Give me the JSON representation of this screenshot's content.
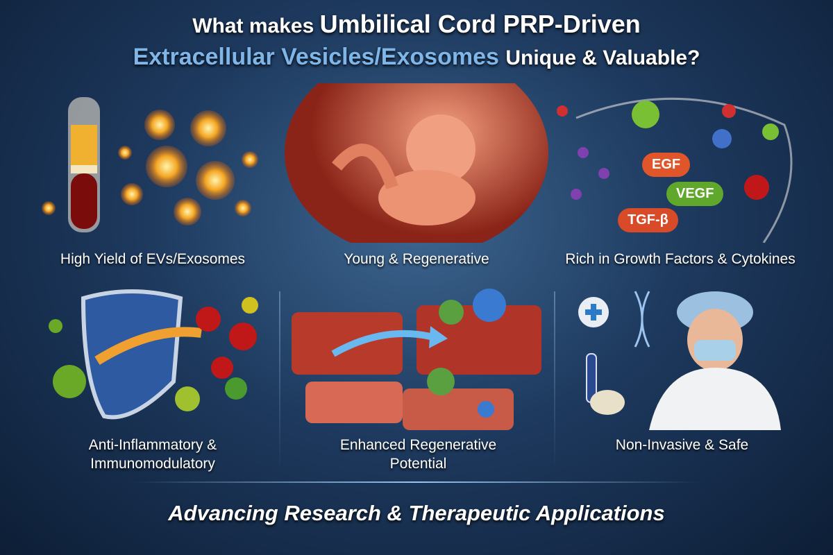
{
  "title": {
    "line1_prefix": "What makes",
    "line1_main": "Umbilical Cord PRP-Driven",
    "line2_highlight": "Extracellular Vesicles/Exosomes",
    "line2_suffix": "Unique & Valuable?"
  },
  "panels": [
    {
      "caption": "High Yield of EVs/Exosomes"
    },
    {
      "caption": "Young & Regenerative"
    },
    {
      "caption": "Rich in Growth Factors & Cytokines",
      "tags": [
        "EGF",
        "VEGF",
        "TGF-β"
      ]
    },
    {
      "caption": "Anti-Inflammatory & Immunomodulatory"
    },
    {
      "caption": "Enhanced Regenerative Potential"
    },
    {
      "caption": "Non-Invasive & Safe"
    }
  ],
  "footer": "Advancing Research & Therapeutic Applications",
  "colors": {
    "accent_blue": "#7fb6ea",
    "egf": "#e0552a",
    "vegf": "#5fa82c",
    "tgf": "#d94a28"
  }
}
